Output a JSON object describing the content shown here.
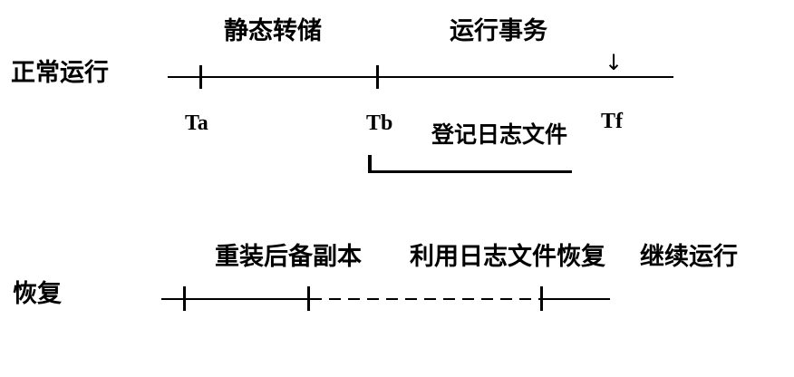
{
  "colors": {
    "background": "#ffffff",
    "ink": "#000000"
  },
  "icons": {
    "down_arrow": "↓"
  },
  "normal_run": {
    "row_label": "正常运行",
    "static_dump_label": "静态转储",
    "running_transactions_label": "运行事务",
    "ta_label": "Ta",
    "tb_label": "Tb",
    "tf_label": "Tf",
    "log_file_label": "登记日志文件"
  },
  "recovery": {
    "row_label": "恢复",
    "reload_backup_label": "重装后备副本",
    "log_recover_label": "利用日志文件恢复",
    "continue_label": "继续运行"
  }
}
